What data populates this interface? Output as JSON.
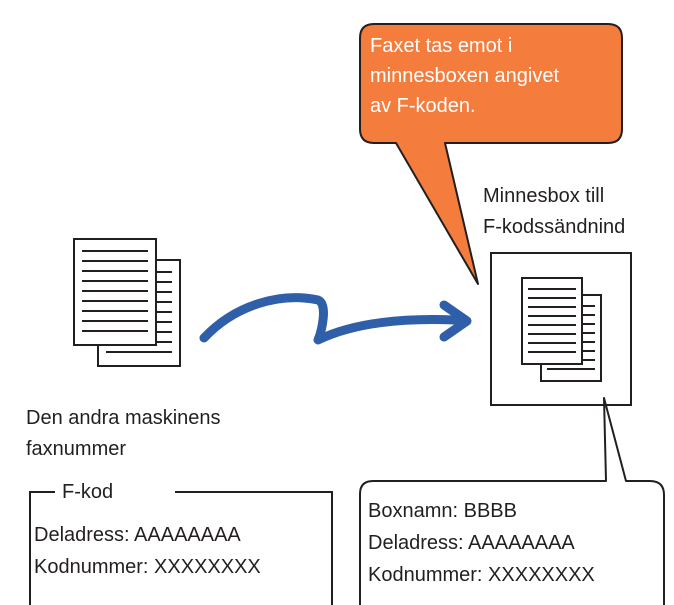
{
  "callout": {
    "lines": [
      "Faxet tas emot i",
      "minnesboxen angivet",
      "av F-koden."
    ],
    "fill": "#f47c3c"
  },
  "memory_box": {
    "label_lines": [
      "Minnesbox till",
      "F-kodssändnind"
    ]
  },
  "sender": {
    "label_lines": [
      "Den andra maskinens",
      "faxnummer"
    ]
  },
  "fcode_panel": {
    "legend": "F-kod",
    "rows": [
      "Deladress: AAAAAAAA",
      "Kodnummer: XXXXXXXX"
    ]
  },
  "box_info": {
    "rows": [
      "Boxnamn: BBBB",
      "Deladress: AAAAAAAA",
      "Kodnummer: XXXXXXXX"
    ]
  },
  "colors": {
    "arrow": "#2f5fa8",
    "stroke": "#231f20"
  }
}
